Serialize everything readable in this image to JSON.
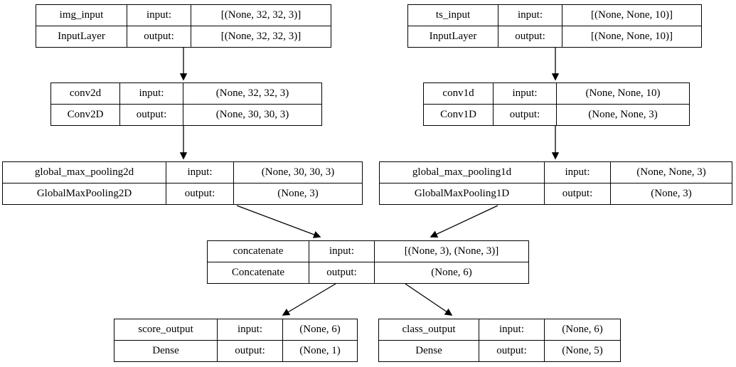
{
  "colors": {
    "background": "#ffffff",
    "node_fill": "#ffffff",
    "border": "#000000",
    "text": "#000000",
    "edge": "#000000"
  },
  "nodes": [
    {
      "id": "img_input",
      "name": "img_input",
      "layer_type": "InputLayer",
      "input_label": "input:",
      "output_label": "output:",
      "input_shape": "[(None, 32, 32, 3)]",
      "output_shape": "[(None, 32, 32, 3)]"
    },
    {
      "id": "ts_input",
      "name": "ts_input",
      "layer_type": "InputLayer",
      "input_label": "input:",
      "output_label": "output:",
      "input_shape": "[(None, None, 10)]",
      "output_shape": "[(None, None, 10)]"
    },
    {
      "id": "conv2d",
      "name": "conv2d",
      "layer_type": "Conv2D",
      "input_label": "input:",
      "output_label": "output:",
      "input_shape": "(None, 32, 32, 3)",
      "output_shape": "(None, 30, 30, 3)"
    },
    {
      "id": "conv1d",
      "name": "conv1d",
      "layer_type": "Conv1D",
      "input_label": "input:",
      "output_label": "output:",
      "input_shape": "(None, None, 10)",
      "output_shape": "(None, None, 3)"
    },
    {
      "id": "global_max_pooling2d",
      "name": "global_max_pooling2d",
      "layer_type": "GlobalMaxPooling2D",
      "input_label": "input:",
      "output_label": "output:",
      "input_shape": "(None, 30, 30, 3)",
      "output_shape": "(None, 3)"
    },
    {
      "id": "global_max_pooling1d",
      "name": "global_max_pooling1d",
      "layer_type": "GlobalMaxPooling1D",
      "input_label": "input:",
      "output_label": "output:",
      "input_shape": "(None, None, 3)",
      "output_shape": "(None, 3)"
    },
    {
      "id": "concatenate",
      "name": "concatenate",
      "layer_type": "Concatenate",
      "input_label": "input:",
      "output_label": "output:",
      "input_shape": "[(None, 3), (None, 3)]",
      "output_shape": "(None, 6)"
    },
    {
      "id": "score_output",
      "name": "score_output",
      "layer_type": "Dense",
      "input_label": "input:",
      "output_label": "output:",
      "input_shape": "(None, 6)",
      "output_shape": "(None, 1)"
    },
    {
      "id": "class_output",
      "name": "class_output",
      "layer_type": "Dense",
      "input_label": "input:",
      "output_label": "output:",
      "input_shape": "(None, 6)",
      "output_shape": "(None, 5)"
    }
  ],
  "edges": [
    {
      "from": "img_input",
      "to": "conv2d"
    },
    {
      "from": "ts_input",
      "to": "conv1d"
    },
    {
      "from": "conv2d",
      "to": "global_max_pooling2d"
    },
    {
      "from": "conv1d",
      "to": "global_max_pooling1d"
    },
    {
      "from": "global_max_pooling2d",
      "to": "concatenate"
    },
    {
      "from": "global_max_pooling1d",
      "to": "concatenate"
    },
    {
      "from": "concatenate",
      "to": "score_output"
    },
    {
      "from": "concatenate",
      "to": "class_output"
    }
  ]
}
